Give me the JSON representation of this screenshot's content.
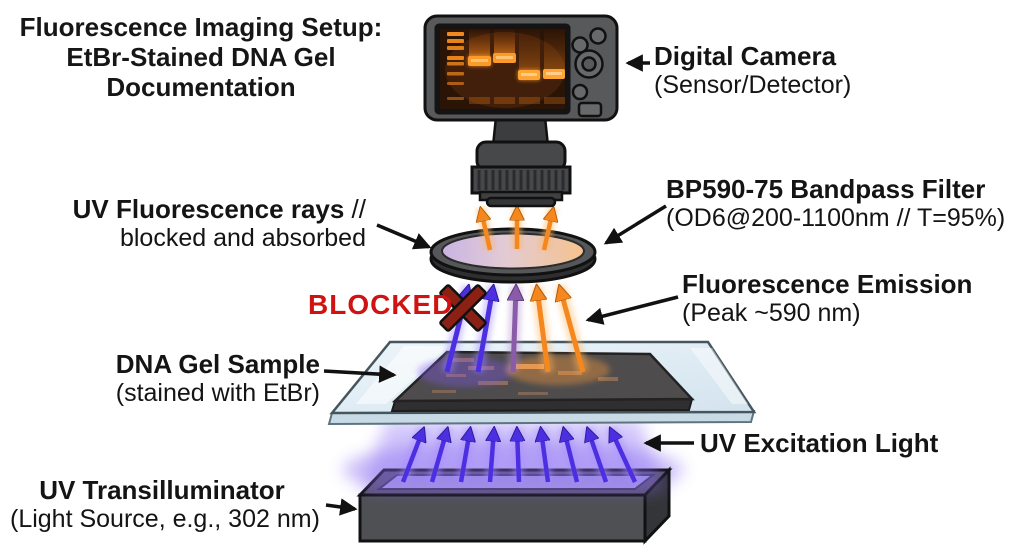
{
  "title": {
    "line1": "Fluorescence Imaging Setup:",
    "line2": "EtBr-Stained DNA Gel",
    "line3": "Documentation"
  },
  "labels": {
    "digital_camera": {
      "title": "Digital Camera",
      "subtitle": "(Sensor/Detector)"
    },
    "uv_fluorescence": {
      "title_bold": "UV Fluorescence rays",
      "title_suffix": " //",
      "subtitle": "blocked and absorbed"
    },
    "bandpass_filter": {
      "title": "BP590-75 Bandpass Filter",
      "subtitle": "(OD6@200-1100nm // T=95%)"
    },
    "fluorescence_emission": {
      "title": "Fluorescence Emission",
      "subtitle": "(Peak ~590 nm)"
    },
    "blocked": {
      "text": "BLOCKED"
    },
    "dna_gel": {
      "title": "DNA Gel Sample",
      "subtitle": "(stained with EtBr)"
    },
    "uv_excitation": {
      "title": "UV Excitation Light"
    },
    "transilluminator": {
      "title": "UV Transilluminator",
      "subtitle": "(Light Source, e.g., 302 nm)"
    }
  },
  "colors": {
    "emission_orange": "#F5871F",
    "uv_violet": "#4B2FE0",
    "mid_purple": "#8A5BA8",
    "blocked_red": "#CE1312",
    "x_mark": "#8B2015",
    "camera_body": "#58595B",
    "screen_bg": "#200E05",
    "band_orange": "#F0891F",
    "glass_plate": "#E2EDF4",
    "gel_slab": "#4E4C4D",
    "transilluminator_body": "#4E5053",
    "uv_window": "#A79BE0",
    "filter_left": "#C9B4E4",
    "filter_right": "#F6C28E"
  }
}
